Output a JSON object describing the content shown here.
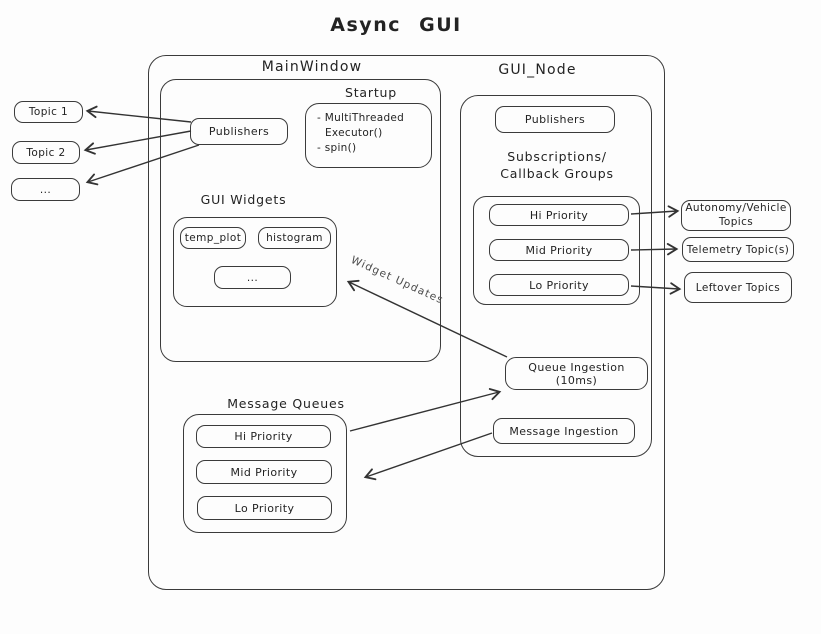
{
  "title": "Async GUI",
  "colors": {
    "stroke": "#3b3b3b",
    "background": "#fdfdfd",
    "annotation": "#4b4b4b"
  },
  "left_topics": [
    "Topic 1",
    "Topic 2",
    "..."
  ],
  "right_topics": [
    "Autonomy/Vehicle Topics",
    "Telemetry Topic(s)",
    "Leftover Topics"
  ],
  "main_window": {
    "label": "MainWindow",
    "publishers_label": "Publishers",
    "startup": {
      "label": "Startup",
      "lines": [
        "- MultiThreaded",
        "Executor()",
        "- spin()"
      ]
    },
    "gui_widgets": {
      "label": "GUI Widgets",
      "items": [
        "temp_plot",
        "histogram",
        "..."
      ]
    },
    "message_queues": {
      "label": "Message Queues",
      "items": [
        "Hi Priority",
        "Mid Priority",
        "Lo Priority"
      ]
    }
  },
  "gui_node": {
    "label": "GUI_Node",
    "publishers_label": "Publishers",
    "subscriptions": {
      "label1": "Subscriptions/",
      "label2": "Callback Groups",
      "items": [
        "Hi Priority",
        "Mid Priority",
        "Lo Priority"
      ]
    },
    "queue_ingestion": "Queue Ingestion (10ms)",
    "message_ingestion": "Message Ingestion"
  },
  "annotations": {
    "widget_updates": "Widget Updates"
  }
}
